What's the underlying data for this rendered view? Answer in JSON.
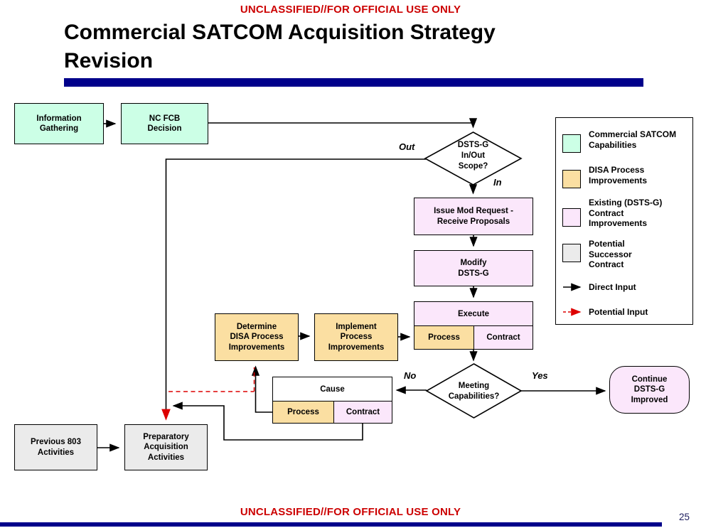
{
  "page": {
    "classification_top": "UNCLASSIFIED//FOR OFFICIAL USE ONLY",
    "classification_bottom": "UNCLASSIFIED//FOR OFFICIAL USE ONLY",
    "title": "Commercial SATCOM Acquisition Strategy\nRevision",
    "page_number": "25"
  },
  "colors": {
    "classification_red": "#CC0000",
    "title_bar_navy": "#00008B",
    "capability_mint": "#CCFFE6",
    "disa_tan": "#FBDFA2",
    "contract_pink": "#FBE7FB",
    "successor_gray": "#EBEBEB",
    "direct_input_black": "#000000",
    "potential_input_red": "#DD0000"
  },
  "nodes": {
    "information_gathering": {
      "label": "Information\nGathering"
    },
    "nc_fcb_decision": {
      "label": "NC FCB\nDecision"
    },
    "dsts_g_scope": {
      "label": "DSTS-G\nIn/Out\nScope?"
    },
    "issue_mod_request": {
      "label": "Issue Mod Request -\nReceive Proposals"
    },
    "modify_dsts_g": {
      "label": "Modify\nDSTS-G"
    },
    "execute": {
      "label": "Execute",
      "process": "Process",
      "contract": "Contract"
    },
    "determine_disa": {
      "label": "Determine\nDISA Process\nImprovements"
    },
    "implement_process": {
      "label": "Implement\nProcess\nImprovements"
    },
    "meeting_capabilities": {
      "label": "Meeting\nCapabilities?"
    },
    "continue_dsts_g": {
      "label": "Continue\nDSTS-G\nImproved"
    },
    "cause": {
      "label": "Cause",
      "process": "Process",
      "contract": "Contract"
    },
    "previous_803": {
      "label": "Previous 803\nActivities"
    },
    "preparatory": {
      "label": "Preparatory\nAcquisition\nActivities"
    }
  },
  "edge_labels": {
    "out": "Out",
    "in": "In",
    "no": "No",
    "yes": "Yes"
  },
  "legend": {
    "items": [
      {
        "swatch": "mint",
        "label": "Commercial SATCOM\nCapabilities"
      },
      {
        "swatch": "tan",
        "label": "DISA Process\nImprovements"
      },
      {
        "swatch": "pink",
        "label": "Existing (DSTS-G)\nContract\nImprovements"
      },
      {
        "swatch": "gray",
        "label": "Potential\nSuccessor\nContract"
      },
      {
        "arrow": "direct",
        "label": "Direct Input"
      },
      {
        "arrow": "potential",
        "label": "Potential Input"
      }
    ]
  }
}
